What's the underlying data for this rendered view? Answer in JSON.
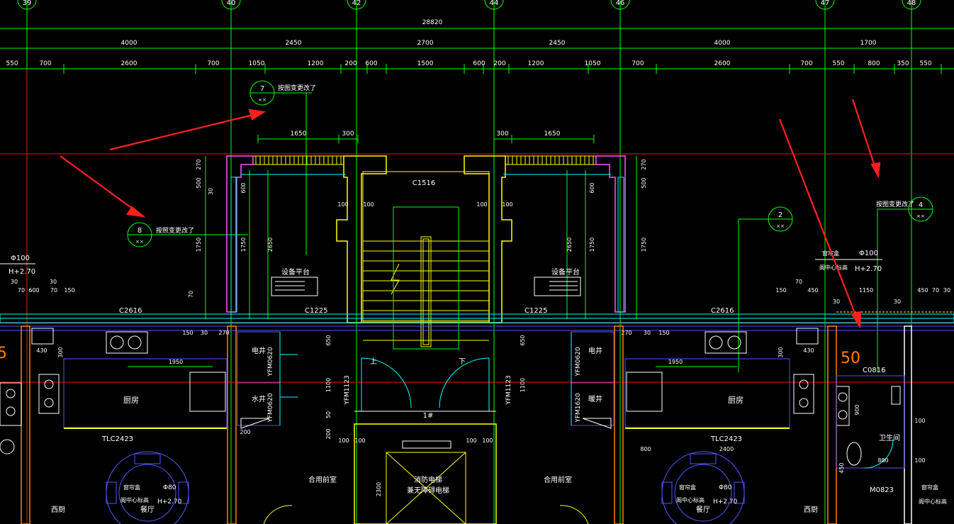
{
  "colors": {
    "background": "#000000",
    "grid": "#00ff00",
    "wall": "#ffff00",
    "wall_alt": "#ff55ff",
    "inner": "#5555ff",
    "red_line": "#ff0000",
    "dim_text": "#ffffff",
    "room_text": "#ffffff",
    "cyan": "#00ffff",
    "orange": "#ff7f00"
  },
  "axis_labels": [
    "39",
    "40",
    "42",
    "44",
    "46",
    "47",
    "48"
  ],
  "dimensions": {
    "row1": [
      "28820"
    ],
    "row2": [
      "4000",
      "2450",
      "2700",
      "2450",
      "4000",
      "1700"
    ],
    "row3": [
      "550",
      "700",
      "2600",
      "700",
      "1050",
      "1200",
      "200",
      "600",
      "1500",
      "600",
      "200",
      "1200",
      "1050",
      "700",
      "2600",
      "700",
      "550",
      "800",
      "350",
      "550"
    ],
    "upper_left": [
      "1650",
      "300"
    ],
    "upper_right": [
      "300",
      "1650"
    ]
  },
  "callouts": [
    {
      "num": "7",
      "sub": "××",
      "note": "按图变更改了"
    },
    {
      "num": "8",
      "sub": "××",
      "note": "按照变更改了"
    },
    {
      "num": "2",
      "sub": "××",
      "note": ""
    },
    {
      "num": "4",
      "sub": "××",
      "note": "按图变更改了"
    }
  ],
  "windows": {
    "c1516": "C1516",
    "c2616_l": "C2616",
    "c1225_l": "C1225",
    "c1225_r": "C1225",
    "c2616_r": "C2616",
    "c0816": "C0816",
    "tlc_l": "TLC2423",
    "tlc_r": "TLC2423"
  },
  "doors": {
    "yfm_l1": "YFM0620",
    "yfm_l2": "YFM0620",
    "yfm_c1": "YFM1123",
    "yfm_c2": "YFM1123",
    "yfm_r1": "YFM0620",
    "yfm_r2": "YFM1620",
    "m0823": "M0823"
  },
  "rooms": {
    "equip_l": "设备平台",
    "equip_r": "设备平台",
    "elec_well_l": "电井",
    "water_well": "水井",
    "elec_well_r": "电井",
    "heat_well": "暖井",
    "kitchen_l": "厨房",
    "kitchen_r": "厨房",
    "lobby_l": "合用前室",
    "lobby_r": "合用前室",
    "stair_up": "上",
    "stair_down": "下",
    "stair_no": "1#",
    "elevator_1": "消防电梯",
    "elevator_2": "兼无障碍电梯",
    "bath": "卫生间",
    "west_kitchen_l": "西厨",
    "west_kitchen_r": "西厨",
    "dining_l": "餐厅",
    "dining_r": "餐厅"
  },
  "pipe_notes": {
    "pipe_l": "Φ100",
    "elev_l": "H+2.70",
    "pipe_r": "Φ100",
    "elev_r": "H+2.70",
    "lamp_r_label": "窗帘盒",
    "lamp_r_center": "阁中心标高",
    "pipe_dl": "Φ80",
    "pipe_dr": "Φ80",
    "dining_elev_l": "H+2.70",
    "dining_elev_r": "H+2.70",
    "lamp_dl": "窗帘盒",
    "lamp_dl_center": "阁中心标高",
    "lamp_dr": "窗帘盒",
    "lamp_dr_center": "阁中心标高",
    "lamp_far_r": "窗帘盒",
    "lamp_far_r_center": "阁中心标高"
  },
  "misc_dims": {
    "d270_l": "270",
    "d500_l": "500",
    "d1750_l": "1750",
    "d70_l": "70",
    "d30_l": "30",
    "d600_l": "600",
    "d1750_l2": "1750",
    "d2650_l": "2650",
    "d100_c1": "100",
    "d100_c2": "100",
    "d100_c3": "100",
    "d100_c4": "100",
    "d2650_r": "2650",
    "d1750_r": "1750",
    "d600_r": "600",
    "d270_r": "270",
    "d500_r": "500",
    "d1750_r2": "1750",
    "l30a": "30",
    "l70a": "70",
    "l30b": "30",
    "l600": "600",
    "l70b": "70",
    "l150": "150",
    "r150": "150",
    "r70": "70",
    "r450": "450",
    "r30": "30",
    "r1150": "1150",
    "r30b": "30",
    "r450b": "450",
    "r70b": "70",
    "r30c": "30",
    "d150_l": "150",
    "d30_l2": "30",
    "d270_l2": "270",
    "d270_r2": "270",
    "d30_r2": "30",
    "d150_r": "150",
    "d1950_l": "1950",
    "d1950_r": "1950",
    "d430_l": "430",
    "d430_r": "430",
    "d300_l": "300",
    "d300_r": "300",
    "d650_c": "650",
    "d1100_c": "1100",
    "d50_c": "50",
    "d200_c": "200",
    "d650_r": "650",
    "d1100_r": "1100",
    "d2300": "2300",
    "d800": "800",
    "d2400": "2400",
    "d880": "880",
    "d900": "900",
    "d100_b1": "100",
    "d100_b2": "100",
    "d100_b3": "100",
    "d100_b4": "100",
    "d450_b": "450",
    "d100_r2": "100",
    "d100_r3": "100",
    "d200_b": "200"
  }
}
